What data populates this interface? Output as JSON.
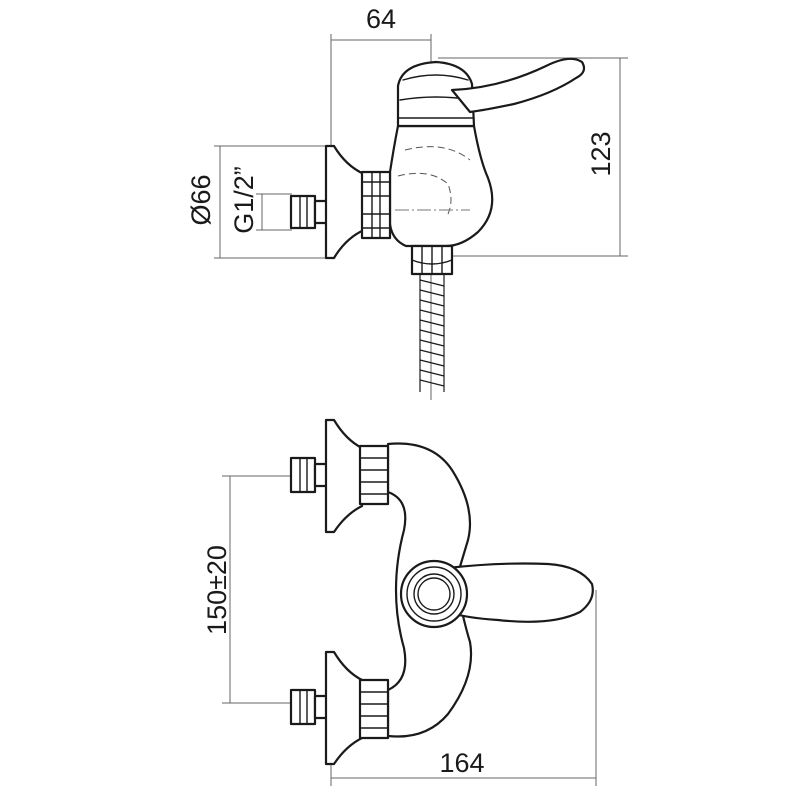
{
  "dimensions": {
    "top_width": "64",
    "height": "123",
    "flange_diameter": "Ø66",
    "thread": "G1/2”",
    "inlet_spacing": "150±20",
    "total_width": "164"
  },
  "views": [
    "side-view",
    "front-view"
  ]
}
